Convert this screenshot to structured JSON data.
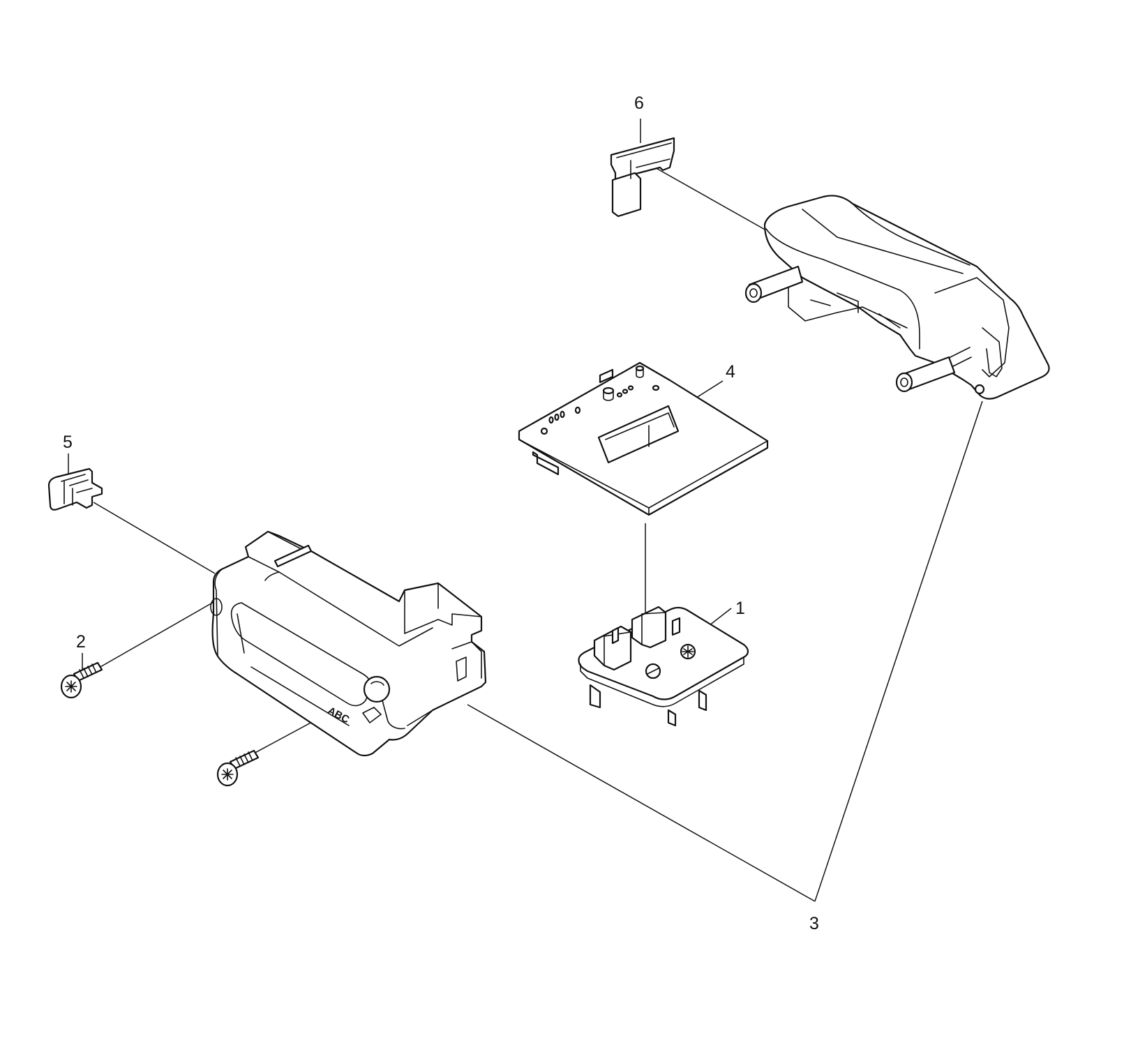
{
  "callouts": [
    {
      "id": "1",
      "label": "1"
    },
    {
      "id": "2",
      "label": "2"
    },
    {
      "id": "3",
      "label": "3"
    },
    {
      "id": "4",
      "label": "4"
    },
    {
      "id": "5",
      "label": "5"
    },
    {
      "id": "6",
      "label": "6"
    }
  ],
  "housing_mark": "ABC"
}
